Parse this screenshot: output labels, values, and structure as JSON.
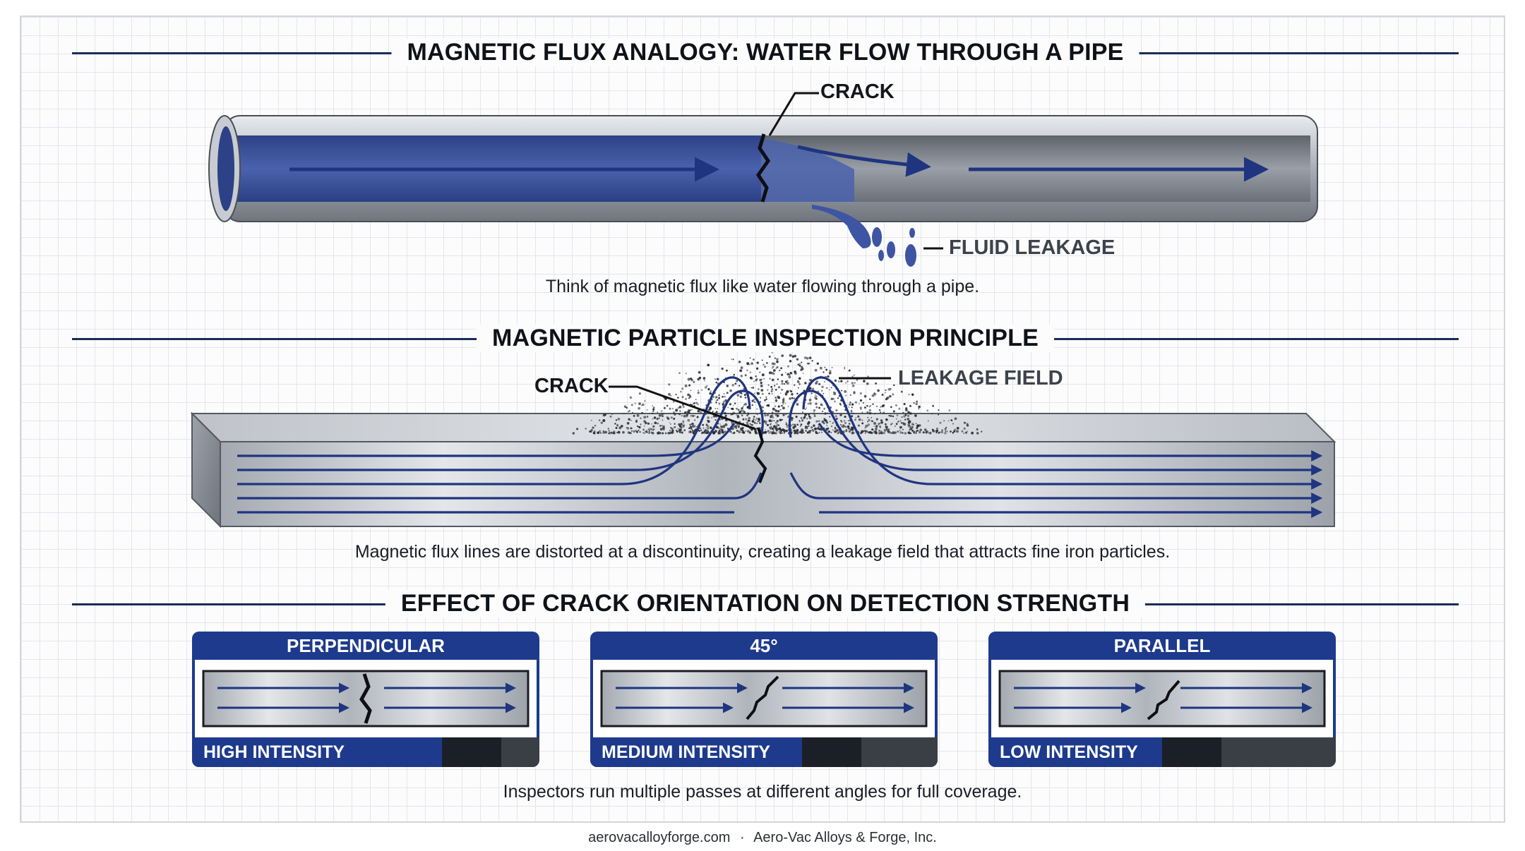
{
  "sections": {
    "pipe": {
      "title": "MAGNETIC FLUX ANALOGY: WATER FLOW THROUGH A PIPE",
      "crack_label": "CRACK",
      "leak_label": "FLUID LEAKAGE",
      "caption": "Think of magnetic flux like water flowing through a pipe."
    },
    "mpi": {
      "title": "MAGNETIC PARTICLE INSPECTION PRINCIPLE",
      "crack_label": "CRACK",
      "field_label": "LEAKAGE FIELD",
      "caption": "Magnetic flux lines are distorted at a discontinuity, creating a leakage field that attracts fine iron particles."
    },
    "orientation": {
      "title": "EFFECT OF CRACK ORIENTATION ON DETECTION STRENGTH",
      "caption": "Inspectors run multiple passes at different angles for full coverage.",
      "cards": [
        {
          "title": "PERPENDICULAR",
          "intensity_label": "HIGH INTENSITY",
          "intensity": 0.72
        },
        {
          "title": "45°",
          "intensity_label": "MEDIUM INTENSITY",
          "intensity": 0.61
        },
        {
          "title": "PARALLEL",
          "intensity_label": "LOW INTENSITY",
          "intensity": 0.5
        }
      ]
    }
  },
  "footer": {
    "site": "aerovacalloyforge.com",
    "separator": "·",
    "company": "Aero-Vac Alloys & Forge, Inc."
  },
  "colors": {
    "navy": "#1d3a8c",
    "rule": "#1b2b5a",
    "flux": "#1f3580",
    "water": "#3e55a3",
    "steel": "#b7bcc4"
  }
}
